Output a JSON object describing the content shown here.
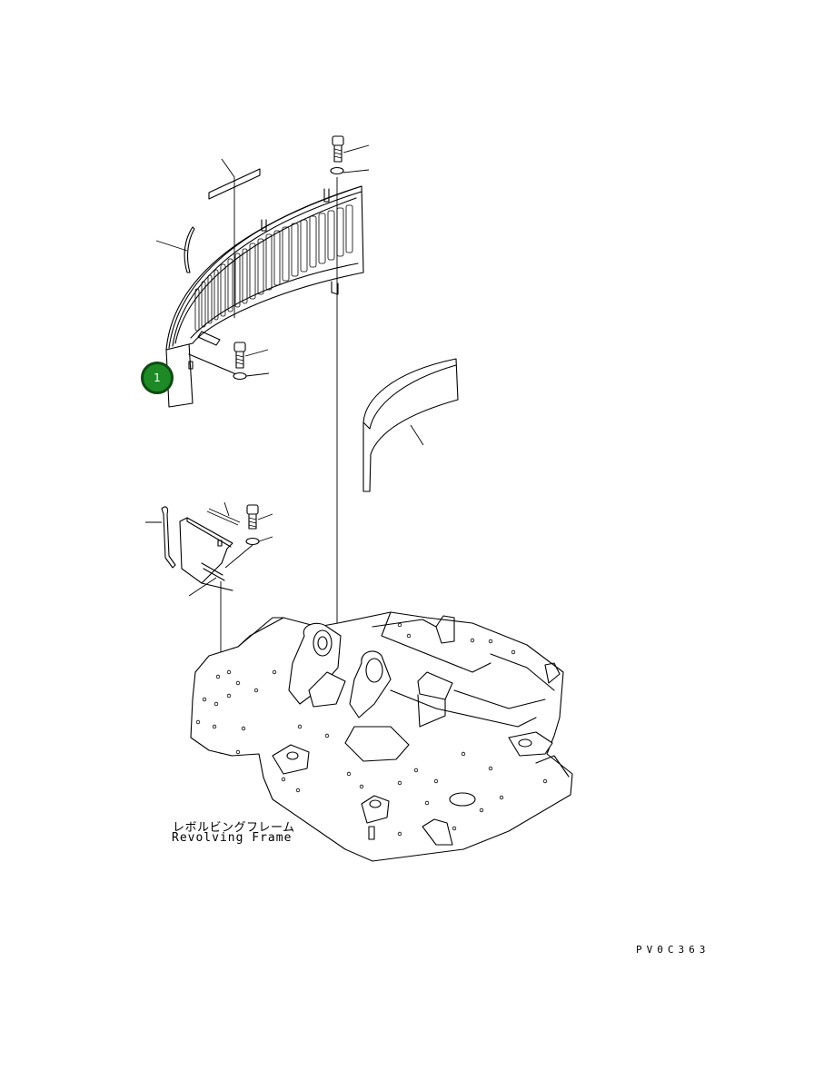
{
  "diagram": {
    "callouts": [
      {
        "number": "1",
        "color": "#1e8a26",
        "border_color": "#0e4a12"
      }
    ],
    "frame_label_jp": "レボルビングフレーム",
    "frame_label_en": "Revolving Frame",
    "drawing_code": "PV0C363"
  }
}
